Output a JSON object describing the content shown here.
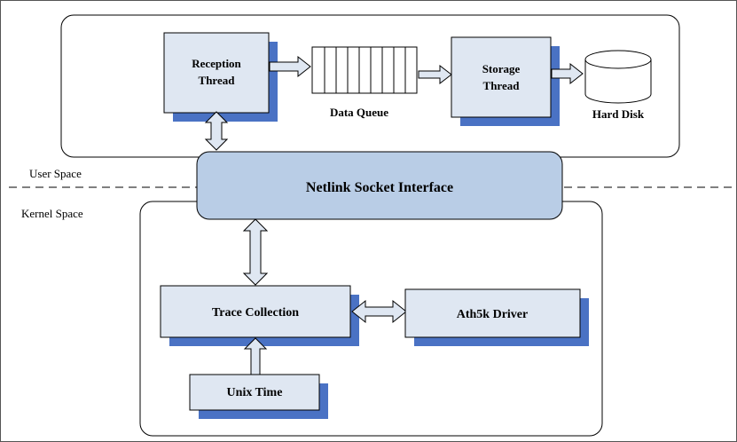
{
  "regions": {
    "user_space": "User Space",
    "kernel_space": "Kernel Space"
  },
  "nodes": {
    "reception_thread": {
      "line1": "Reception",
      "line2": "Thread"
    },
    "data_queue": "Data Queue",
    "storage_thread": {
      "line1": "Storage",
      "line2": "Thread"
    },
    "hard_disk": "Hard Disk",
    "netlink": "Netlink Socket Interface",
    "trace_collection": "Trace Collection",
    "ath5k_driver": "Ath5k Driver",
    "unix_time": "Unix Time"
  },
  "colors": {
    "box_fill": "#dfe7f2",
    "shadow": "#4a72c4",
    "netlink_fill": "#b9cde6",
    "arrow_fill": "#dfe7f2",
    "line": "#000000"
  }
}
